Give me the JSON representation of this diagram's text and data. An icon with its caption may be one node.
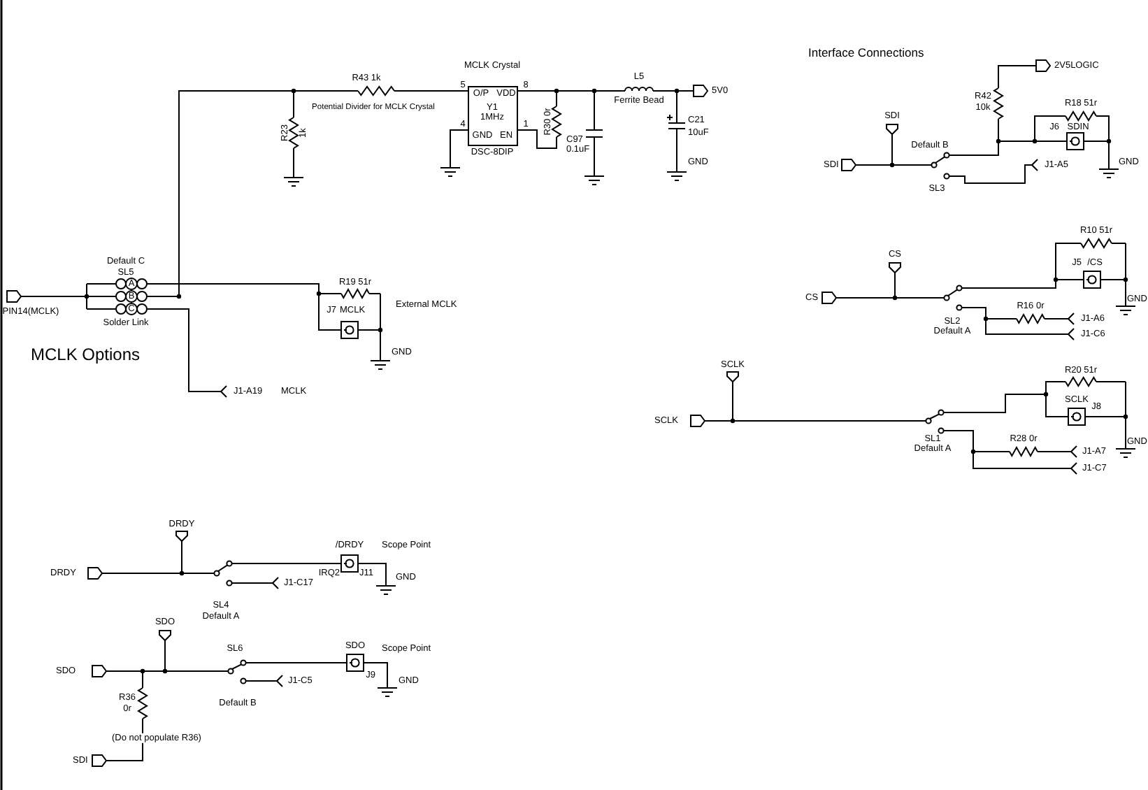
{
  "diagram": {
    "nodes": [
      {
        "text": [
          "PIN14(MCLK)"
        ]
      },
      {
        "text": [
          "Default C",
          "SL5",
          "A",
          "B",
          "C",
          "Solder Link"
        ]
      },
      {
        "text": [
          "R43 1k"
        ]
      },
      {
        "text": [
          "R23",
          "1k"
        ]
      },
      {
        "text": [],
        "shape": "ground"
      },
      {
        "text": [
          "MCLK Crystal",
          "5",
          "O/P",
          "VDD",
          "8",
          "Y1",
          "1MHz",
          "4",
          "GND",
          "EN",
          "1",
          "DSC-8DIP"
        ]
      },
      {
        "text": [],
        "shape": "ground"
      },
      {
        "text": [
          "R30 0r"
        ]
      },
      {
        "text": [
          "C97",
          "0.1uF"
        ]
      },
      {
        "text": [],
        "shape": "ground"
      },
      {
        "text": [
          "L5",
          "Ferrite Bead"
        ]
      },
      {
        "text": [
          "C21",
          "10uF"
        ]
      },
      {
        "text": [
          "5V0"
        ]
      },
      {
        "text": [
          "GND"
        ]
      },
      {
        "text": [
          "R19 51r"
        ]
      },
      {
        "text": [
          "J7",
          "MCLK"
        ]
      },
      {
        "text": [
          "GND"
        ]
      },
      {
        "text": [
          "J1-A19"
        ],
        "beside": [
          "MCLK"
        ]
      },
      {
        "text": [
          "2V5LOGIC"
        ]
      },
      {
        "text": [
          "R42",
          "10k"
        ]
      },
      {
        "text": [
          "R18 51r"
        ]
      },
      {
        "text": [
          "J6",
          "SDIN"
        ]
      },
      {
        "text": [
          "GND"
        ]
      },
      {
        "text": [
          "SDI"
        ]
      },
      {
        "text": [
          "SDI"
        ]
      },
      {
        "text": [
          "Default B",
          "SL3"
        ]
      },
      {
        "text": [
          "J1-A5"
        ]
      },
      {
        "text": [
          "CS"
        ]
      },
      {
        "text": [
          "CS"
        ]
      },
      {
        "text": [
          "SL2",
          "Default A"
        ]
      },
      {
        "text": [
          "R10 51r"
        ]
      },
      {
        "text": [
          "J5",
          "/CS"
        ]
      },
      {
        "text": [
          "GND"
        ]
      },
      {
        "text": [
          "R16 0r"
        ]
      },
      {
        "text": [
          "J1-A6"
        ]
      },
      {
        "text": [
          "J1-C6"
        ]
      },
      {
        "text": [
          "SCLK"
        ]
      },
      {
        "text": [
          "SCLK"
        ]
      },
      {
        "text": [
          "SL1",
          "Default A"
        ]
      },
      {
        "text": [
          "R20 51r"
        ]
      },
      {
        "text": [
          "SCLK",
          "J8"
        ]
      },
      {
        "text": [
          "GND"
        ]
      },
      {
        "text": [
          "R28 0r"
        ]
      },
      {
        "text": [
          "J1-A7"
        ]
      },
      {
        "text": [
          "J1-C7"
        ]
      },
      {
        "text": [
          "DRDY"
        ]
      },
      {
        "text": [
          "DRDY"
        ]
      },
      {
        "text": [
          "SL4",
          "Default A"
        ]
      },
      {
        "text": [
          "J1-C17"
        ]
      },
      {
        "text": [
          "/DRDY",
          "IRQ2",
          "J11"
        ],
        "beside": [
          "Scope Point"
        ]
      },
      {
        "text": [
          "GND"
        ]
      },
      {
        "text": [
          "SDO"
        ]
      },
      {
        "text": [
          "SDO"
        ]
      },
      {
        "text": [
          "SL6",
          "Default B"
        ]
      },
      {
        "text": [
          "J1-C5"
        ]
      },
      {
        "text": [
          "SDO",
          "J9"
        ],
        "beside": [
          "Scope Point"
        ]
      },
      {
        "text": [
          "GND"
        ]
      },
      {
        "text": [
          "R36",
          "0r"
        ],
        "beside": [
          "(Do not populate R36)"
        ]
      },
      {
        "text": [
          "SDI"
        ]
      }
    ],
    "edges": [
      {
        "from": 0,
        "to": 1,
        "arrow": "none"
      },
      {
        "from": 1,
        "to": 2,
        "arrow": "none"
      },
      {
        "from": 1,
        "to": 3,
        "arrow": "none"
      },
      {
        "from": 3,
        "to": 4,
        "arrow": "none"
      },
      {
        "from": 2,
        "to": 5,
        "arrow": "none"
      },
      {
        "from": 5,
        "to": 6,
        "arrow": "none"
      },
      {
        "from": 5,
        "to": 7,
        "arrow": "none"
      },
      {
        "from": 5,
        "to": 7,
        "arrow": "none"
      },
      {
        "from": 5,
        "to": 8,
        "arrow": "none"
      },
      {
        "from": 8,
        "to": 9,
        "arrow": "none"
      },
      {
        "from": 5,
        "to": 10,
        "arrow": "none"
      },
      {
        "from": 10,
        "to": 12,
        "arrow": "none"
      },
      {
        "from": 10,
        "to": 11,
        "arrow": "none"
      },
      {
        "from": 11,
        "to": 13,
        "arrow": "none"
      },
      {
        "from": 1,
        "to": 14,
        "arrow": "none"
      },
      {
        "from": 1,
        "to": 15,
        "arrow": "none"
      },
      {
        "from": 14,
        "to": 16,
        "arrow": "none"
      },
      {
        "from": 15,
        "to": 16,
        "arrow": "none"
      },
      {
        "from": 1,
        "to": 17,
        "arrow": "other"
      },
      {
        "from": 23,
        "to": 25,
        "arrow": "none"
      },
      {
        "from": 24,
        "to": 25,
        "arrow": "none"
      },
      {
        "from": 25,
        "to": 19,
        "arrow": "none"
      },
      {
        "from": 19,
        "to": 18,
        "arrow": "none"
      },
      {
        "from": 25,
        "to": 21,
        "arrow": "none"
      },
      {
        "from": 25,
        "to": 20,
        "arrow": "none"
      },
      {
        "from": 20,
        "to": 22,
        "arrow": "none"
      },
      {
        "from": 21,
        "to": 22,
        "arrow": "none"
      },
      {
        "from": 25,
        "to": 26,
        "arrow": "other"
      },
      {
        "from": 28,
        "to": 29,
        "arrow": "none"
      },
      {
        "from": 27,
        "to": 29,
        "arrow": "none"
      },
      {
        "from": 29,
        "to": 30,
        "arrow": "none"
      },
      {
        "from": 29,
        "to": 31,
        "arrow": "none"
      },
      {
        "from": 30,
        "to": 32,
        "arrow": "none"
      },
      {
        "from": 31,
        "to": 32,
        "arrow": "none"
      },
      {
        "from": 29,
        "to": 33,
        "arrow": "none"
      },
      {
        "from": 29,
        "to": 35,
        "arrow": "other"
      },
      {
        "from": 33,
        "to": 34,
        "arrow": "other"
      },
      {
        "from": 37,
        "to": 38,
        "arrow": "none"
      },
      {
        "from": 36,
        "to": 38,
        "arrow": "none"
      },
      {
        "from": 38,
        "to": 39,
        "arrow": "none"
      },
      {
        "from": 38,
        "to": 40,
        "arrow": "none"
      },
      {
        "from": 39,
        "to": 41,
        "arrow": "none"
      },
      {
        "from": 40,
        "to": 41,
        "arrow": "none"
      },
      {
        "from": 38,
        "to": 42,
        "arrow": "none"
      },
      {
        "from": 38,
        "to": 44,
        "arrow": "other"
      },
      {
        "from": 42,
        "to": 43,
        "arrow": "other"
      },
      {
        "from": 46,
        "to": 47,
        "arrow": "none"
      },
      {
        "from": 45,
        "to": 47,
        "arrow": "none"
      },
      {
        "from": 47,
        "to": 49,
        "arrow": "none"
      },
      {
        "from": 47,
        "to": 48,
        "arrow": "other"
      },
      {
        "from": 49,
        "to": 50,
        "arrow": "none"
      },
      {
        "from": 52,
        "to": 53,
        "arrow": "none"
      },
      {
        "from": 51,
        "to": 53,
        "arrow": "none"
      },
      {
        "from": 52,
        "to": 57,
        "arrow": "none"
      },
      {
        "from": 57,
        "to": 58,
        "arrow": "none"
      },
      {
        "from": 53,
        "to": 55,
        "arrow": "none"
      },
      {
        "from": 53,
        "to": 54,
        "arrow": "other"
      },
      {
        "from": 55,
        "to": 56,
        "arrow": "none"
      }
    ],
    "labels": [
      "MCLK Options",
      "Potential Divider for MCLK Crystal",
      "External MCLK",
      "Interface Connections"
    ]
  }
}
